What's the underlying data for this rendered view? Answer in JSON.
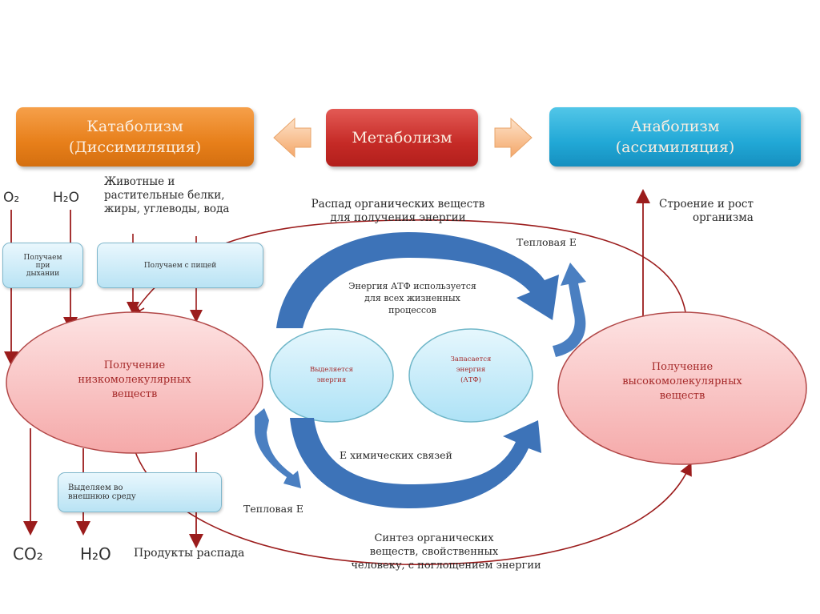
{
  "header": {
    "catabolism": {
      "line1": "Катаболизм",
      "line2": "(Диссимиляция)",
      "color": "#e77f1a"
    },
    "metabolism": {
      "label": "Метаболизм",
      "color": "#c52a26"
    },
    "anabolism": {
      "line1": "Анаболизм",
      "line2": "(ассимиляция)",
      "color": "#21a8d6"
    }
  },
  "inputs": {
    "o2": "O₂",
    "h2o": "H₂O",
    "food": [
      "Животные и",
      "растительные белки,",
      "жиры, углеводы, вода"
    ]
  },
  "boxes": {
    "breathing": [
      "Получаем",
      "при",
      "дыхании"
    ],
    "food": "Получаем с пищей",
    "excrete": [
      "Выделяем во",
      "внешнюю среду"
    ]
  },
  "labels": {
    "decay": [
      "Распад органических веществ",
      "для получения энергии"
    ],
    "growth": [
      "Строение и рост",
      "организма"
    ],
    "heat_top": "Тепловая Е",
    "heat_bottom": "Тепловая Е",
    "atp_use": [
      "Энергия АТФ используется",
      "для всех жизненных",
      "процессов"
    ],
    "chem_bonds": "Е химических связей",
    "synthesis": [
      "Синтез органических",
      "веществ, свойственных",
      "человеку, с поглощением энергии"
    ]
  },
  "ellipses": {
    "low_molecular": [
      "Получение",
      "низкомолекулярных",
      "веществ"
    ],
    "high_molecular": [
      "Получение",
      "высокомолекулярных",
      "веществ"
    ],
    "release": [
      "Выделяется",
      "энергия"
    ],
    "store": [
      "Запасается",
      "энергия",
      "(АТФ)"
    ]
  },
  "outputs": {
    "co2": "CO₂",
    "h2o": "H₂O",
    "products": "Продукты распада"
  },
  "colors": {
    "line": "#9b1c1c",
    "blue_arrow": "#3d73b8",
    "ellipse_pink": "#f7b9b9",
    "ellipse_blue": "#c5ecfa"
  }
}
